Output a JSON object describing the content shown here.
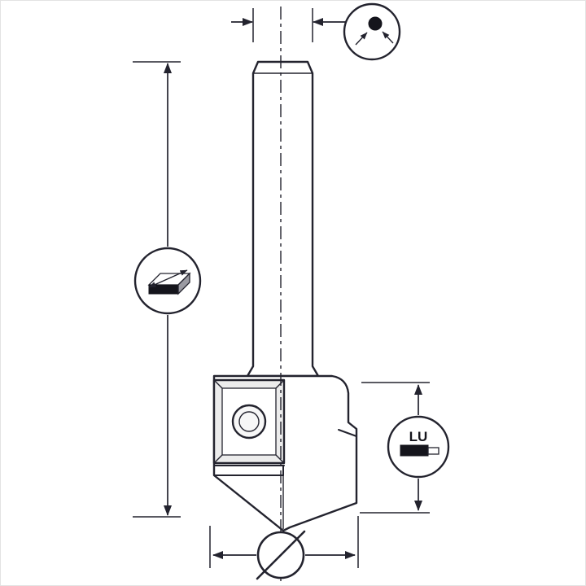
{
  "page": {
    "background": "#ffffff",
    "border_color": "#e3e3e3"
  },
  "diagram": {
    "type": "technical-drawing",
    "line_color": "#23232e",
    "labels": {
      "cutting_length": "LU"
    },
    "symbols": [
      {
        "name": "diameter-symbol",
        "glyph": "Ø",
        "rendered_as": "circle-with-slash"
      },
      {
        "name": "shank-diameter-icon",
        "rendered_as": "dot-with-converging-arrows"
      },
      {
        "name": "insert-blank-icon",
        "rendered_as": "3d-slab-with-length-arrow"
      },
      {
        "name": "cutting-length-icon",
        "rendered_as": "LU-label-with-insert-bar"
      }
    ]
  }
}
